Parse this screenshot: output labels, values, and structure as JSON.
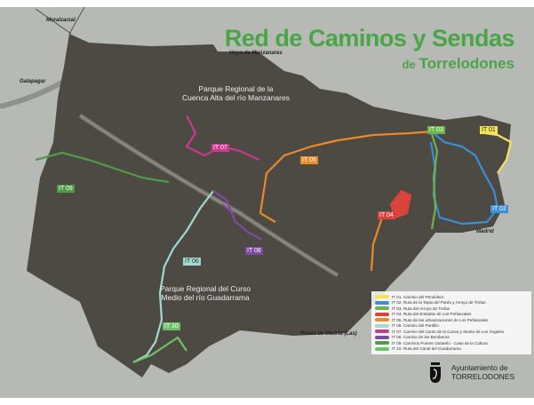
{
  "title": "Red de Caminos y Sendas",
  "subtitle_prefix": "de",
  "subtitle": "Torrelodones",
  "places": {
    "moralzarzal": "Moralzarzal",
    "hoyo": "Hoyo de Manzanares",
    "galapagar": "Galapagar",
    "madrid": "Madrid",
    "rozas": "Rozas de Madrid (Las)"
  },
  "parks": {
    "manzanares_1": "Parque Regional de la",
    "manzanares_2": "Cuenca Alta del río Manzanares",
    "guadarrama_1": "Parque Regional del Curso",
    "guadarrama_2": "Medio del río Guadarrama"
  },
  "routes": [
    {
      "code": "IT 01",
      "name": "Camino del Pendolero",
      "color": "#f2e35a"
    },
    {
      "code": "IT 02",
      "name": "Ruta de la Tapia del Pardo y Arroyo de Trofas",
      "color": "#3b8fd9"
    },
    {
      "code": "IT 03",
      "name": "Ruta del Arroyo de Trofas",
      "color": "#6cb34a"
    },
    {
      "code": "IT 04",
      "name": "Ruta del Embalse de Los Peñascales",
      "color": "#d9443a"
    },
    {
      "code": "IT 05",
      "name": "Ruta de las urbanizaciones de Los Peñascales",
      "color": "#e98a2d"
    },
    {
      "code": "IT 06",
      "name": "Camino del Pardillo",
      "color": "#a2d8d2"
    },
    {
      "code": "IT 07",
      "name": "Camino del Canto de la Cueva y Monte de Los Ángeles",
      "color": "#c93a8f"
    },
    {
      "code": "IT 08",
      "name": "Camino de los Bomberos",
      "color": "#7d49a1"
    },
    {
      "code": "IT 09",
      "name": "Caminos Puente Outarelo - Casa de la Cultura",
      "color": "#4f9b47"
    },
    {
      "code": "IT 10",
      "name": "Ruta del Canal del Guadarrama",
      "color": "#6fc06a"
    }
  ],
  "logo": {
    "line1": "Ayuntamiento de",
    "line2": "TORRELODONES"
  }
}
